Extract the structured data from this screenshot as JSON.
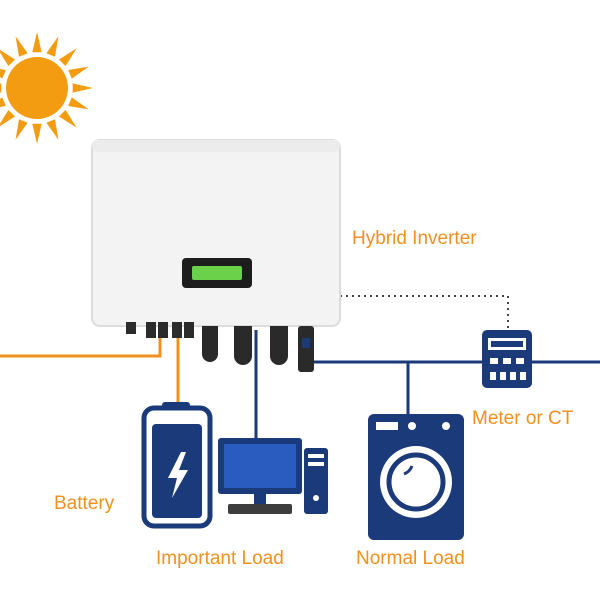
{
  "labels": {
    "inverter": "Hybrid Inverter",
    "meter": "Meter or CT",
    "battery": "Battery",
    "important_load": "Important Load",
    "normal_load": "Normal Load"
  },
  "colors": {
    "orange": "#f0901e",
    "navy": "#1b3a7a",
    "inverter_body": "#f4f4f4",
    "screen_green": "#6bd14a",
    "sun": "#f39c12"
  },
  "icons": [
    "sun-icon",
    "hybrid-inverter-icon",
    "battery-icon",
    "lightning-bolt-icon",
    "computer-monitor-icon",
    "pc-tower-icon",
    "washing-machine-icon",
    "electricity-meter-icon"
  ]
}
